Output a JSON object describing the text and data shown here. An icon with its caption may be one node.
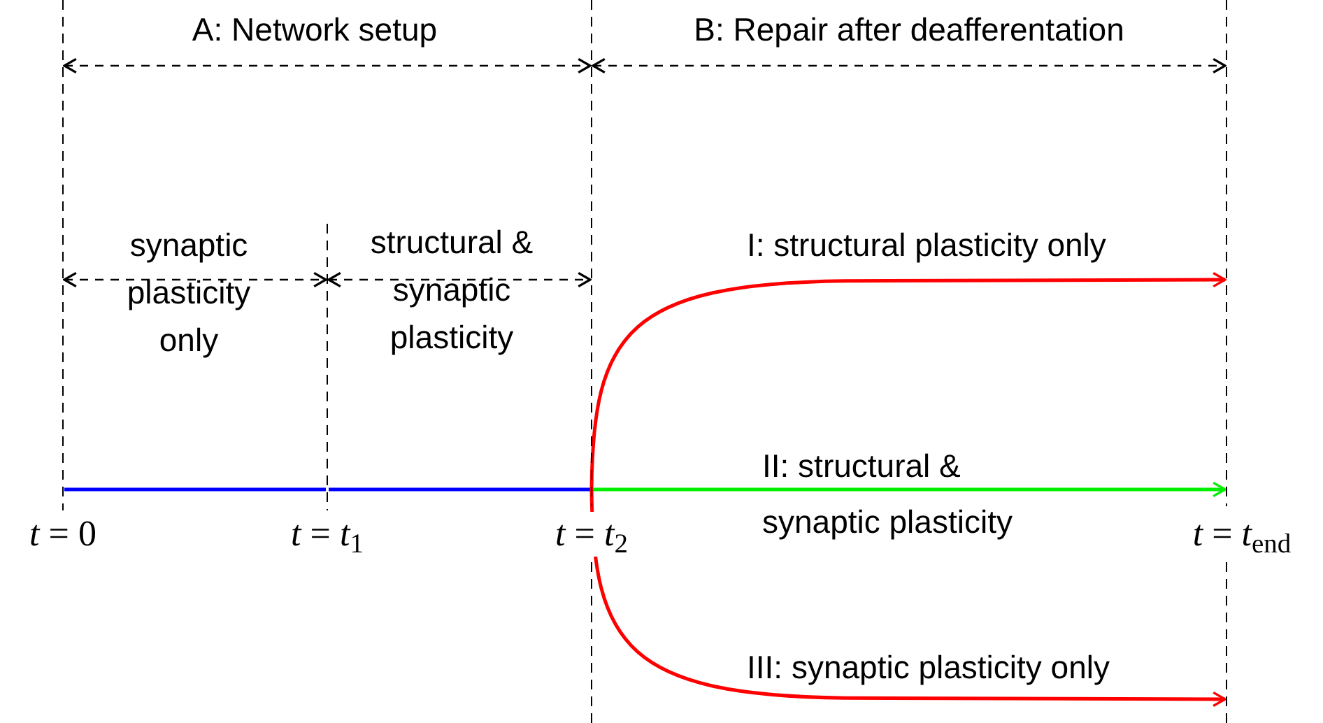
{
  "diagram": {
    "nodes": [
      {
        "text": [],
        "shape": "bar",
        "beside": [
          "*t* = 0"
        ]
      },
      {
        "text": [],
        "shape": "bar",
        "beside": [
          "*t* = *t*$_{1}$"
        ]
      },
      {
        "text": [],
        "shape": "bar",
        "beside": [
          "*t* = *t*$_{2}$"
        ]
      },
      {
        "text": [],
        "shape": "bar",
        "beside": [
          "*t* = *t*$_{end}$"
        ]
      },
      {
        "text": [],
        "shape": "bar"
      }
    ],
    "edges": [
      {
        "from": 0,
        "to": 2,
        "arrow": "both",
        "style": "dashed",
        "label": "A: Network setup"
      },
      {
        "from": 2,
        "to": 3,
        "arrow": "both",
        "style": "dashed",
        "label": "B: Repair after deafferentation"
      },
      {
        "from": 0,
        "to": 1,
        "arrow": "both",
        "style": "dashed",
        "label": "synaptic plasticity only"
      },
      {
        "from": 1,
        "to": 2,
        "arrow": "both",
        "style": "dashed",
        "label": "structural & synaptic plasticity"
      },
      {
        "from": 0,
        "to": 1,
        "arrow": "none",
        "color": "#0000ff"
      },
      {
        "from": 1,
        "to": 2,
        "arrow": "none",
        "color": "#0000ff"
      },
      {
        "from": 2,
        "to": 3,
        "arrow": "to",
        "color": "#ff0000",
        "label": "I: structural plasticity only"
      },
      {
        "from": 2,
        "to": 3,
        "arrow": "to",
        "color": "#00ee00",
        "label": "II: structural & synaptic plasticity"
      },
      {
        "from": 2,
        "to": 4,
        "arrow": "to",
        "color": "#ff0000",
        "label": "III: synaptic plasticity only"
      }
    ]
  }
}
